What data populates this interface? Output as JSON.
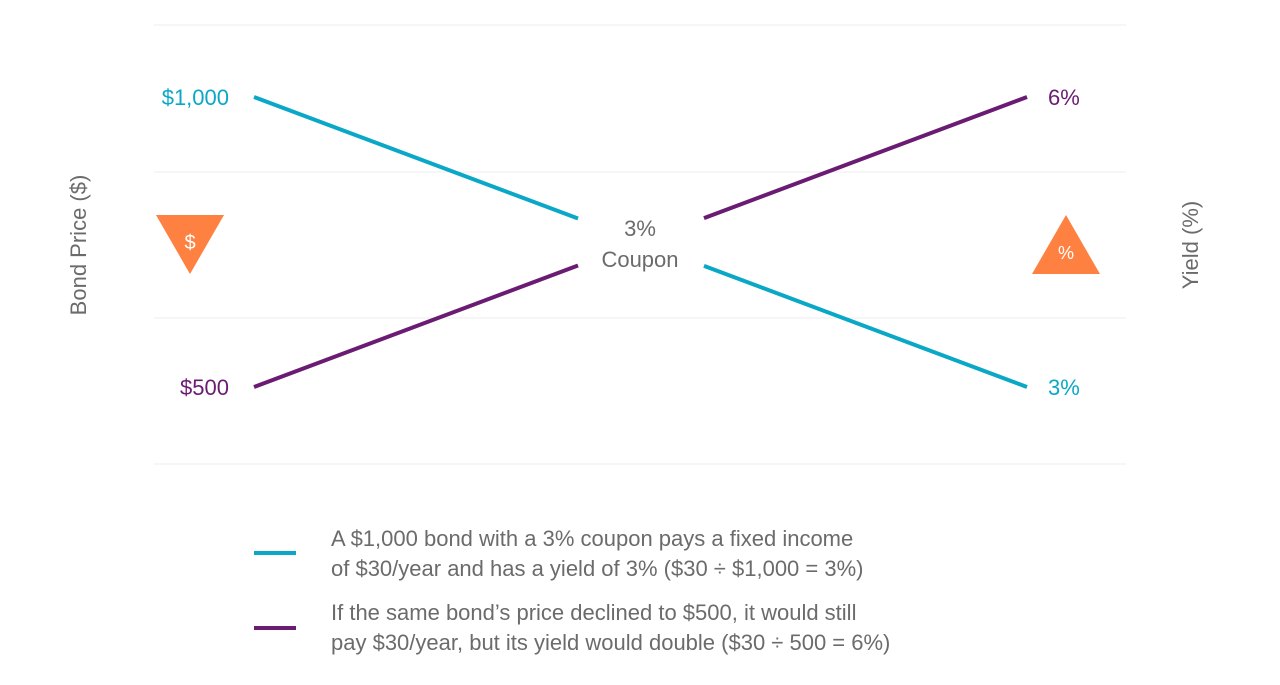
{
  "chart_data": {
    "type": "line",
    "title": "",
    "ylabel_left": "Bond Price ($)",
    "ylabel_right": "Yield (%)",
    "left_axis_range": [
      500,
      1000
    ],
    "right_axis_range": [
      3,
      6
    ],
    "center_label": [
      "3%",
      "Coupon"
    ],
    "left_icon_symbol": "$",
    "right_icon_symbol": "%",
    "grid": true,
    "series": [
      {
        "name": "A $1,000 bond with a 3% coupon pays a fixed income of $30/year and has a yield of 3% ($30 ÷ $1,000 = 3%)",
        "legend_lines": [
          "A $1,000 bond with a 3% coupon pays a fixed income",
          "of $30/year and has a yield of 3% ($30 ÷ $1,000 = 3%)"
        ],
        "price": 1000,
        "yield": 3,
        "price_label": "$1,000",
        "yield_label": "3%",
        "color": "#0aa8c6"
      },
      {
        "name": "If the same bond’s price declined to $500, it would still pay $30/year, but its yield would double ($30 ÷ 500 = 6%)",
        "legend_lines": [
          "If the same bond’s price declined to $500, it would still",
          "pay $30/year, but its yield would double ($30 ÷ 500 = 6%)"
        ],
        "price": 500,
        "yield": 6,
        "price_label": "$500",
        "yield_label": "6%",
        "color": "#6a1b72"
      }
    ],
    "accent_color": "#ff8142",
    "text_color": "#6b6b6b"
  }
}
